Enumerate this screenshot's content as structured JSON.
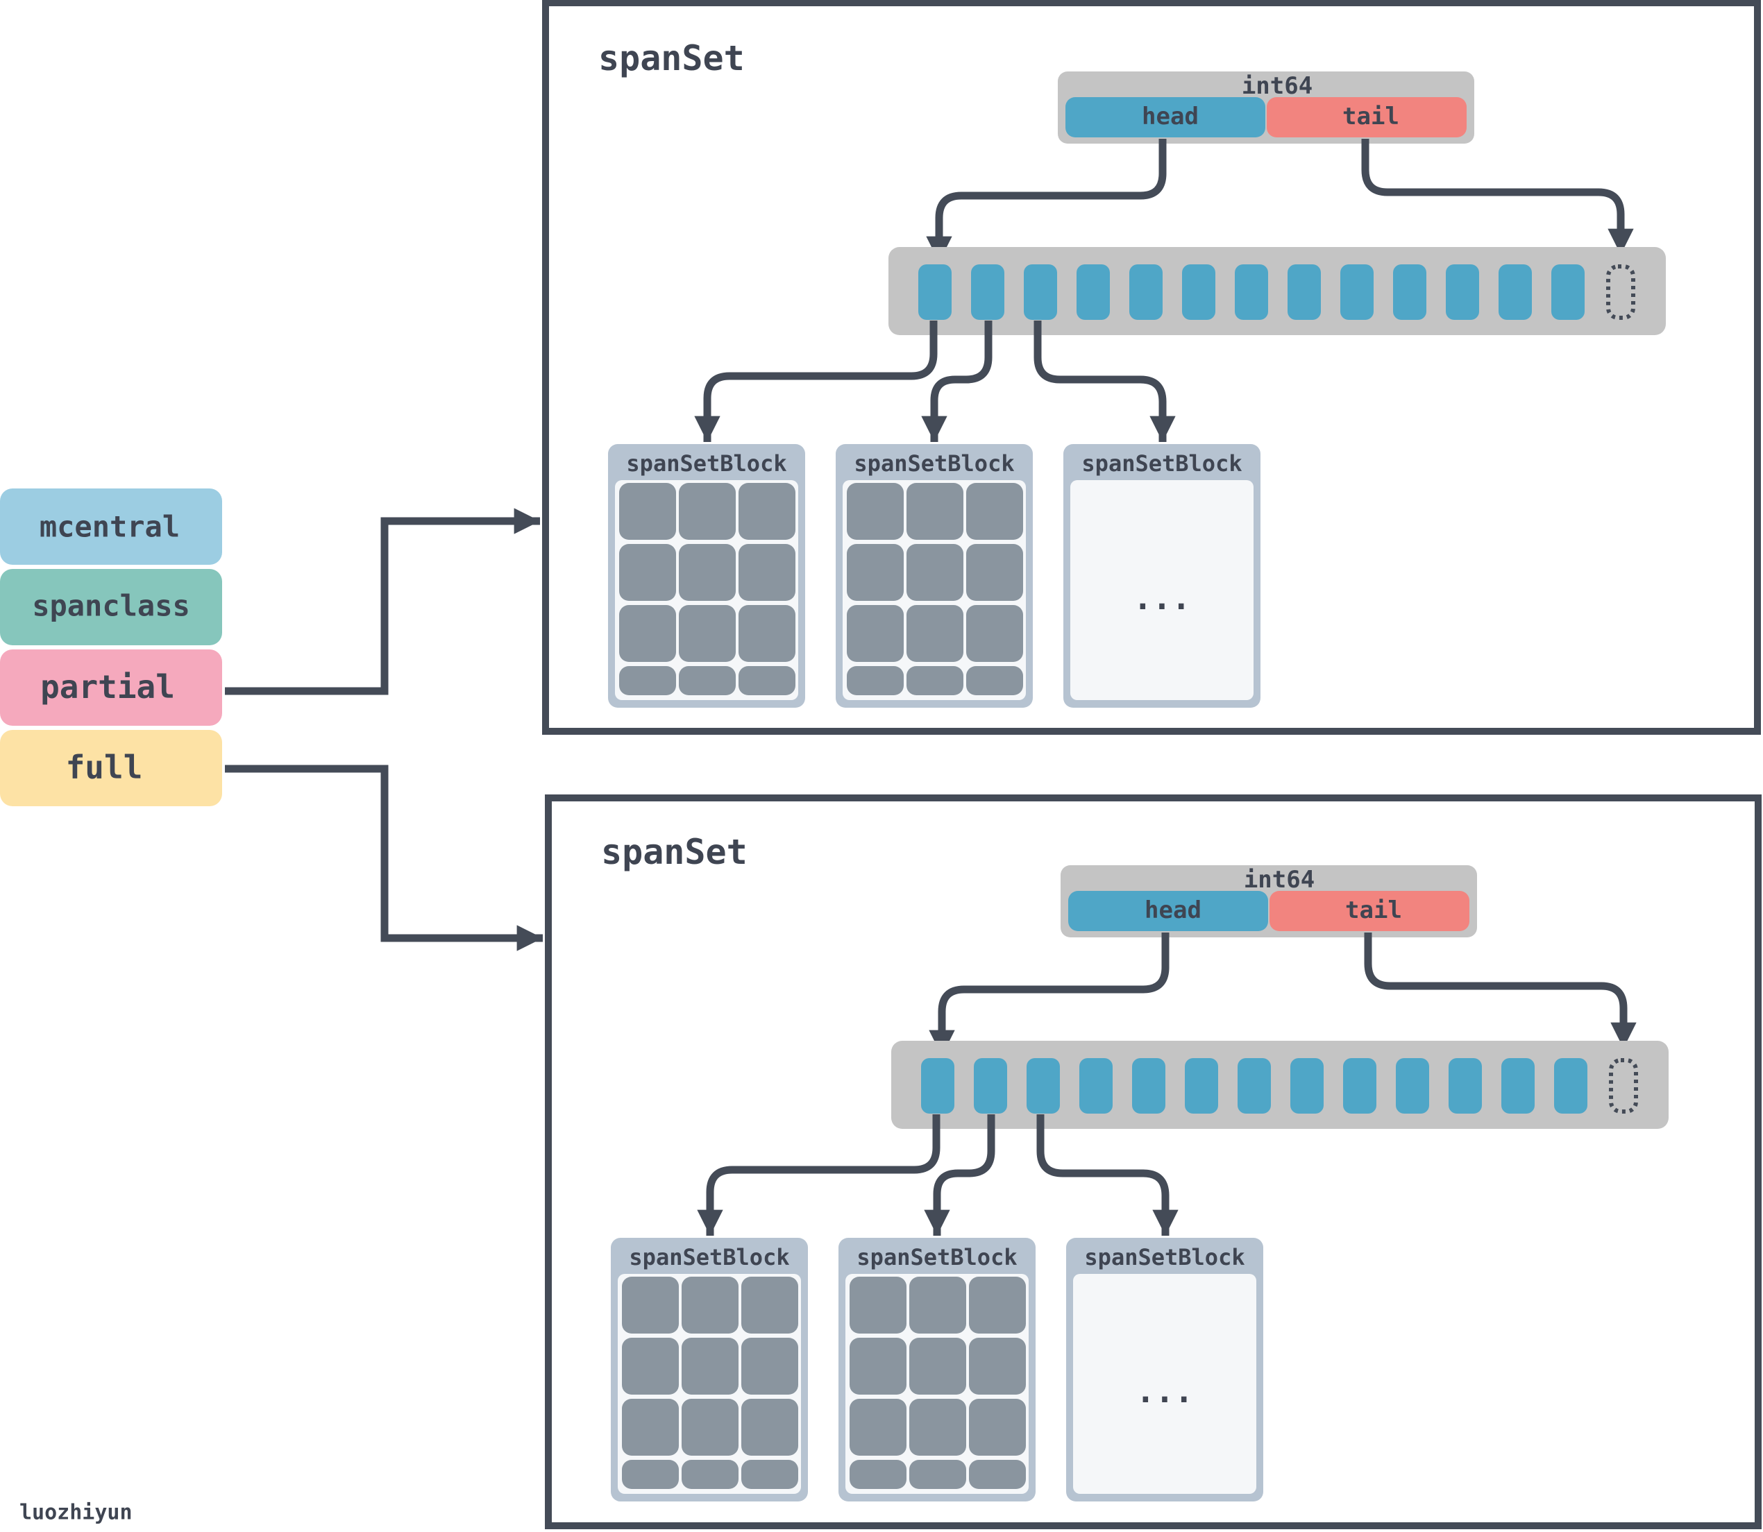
{
  "mcentral_struct": {
    "fields": [
      {
        "label": "mcentral",
        "color": "#9ccde2"
      },
      {
        "label": "spanclass",
        "color": "#86c6bc"
      },
      {
        "label": "partial",
        "color": "#f5a9bd"
      },
      {
        "label": "full",
        "color": "#fde2a5"
      }
    ]
  },
  "span_sets": [
    {
      "title": "spanSet",
      "index_type": "int64",
      "head_label": "head",
      "tail_label": "tail",
      "slots_filled": 13,
      "slots_empty": 1,
      "blocks": [
        {
          "label": "spanSetBlock",
          "filled": true,
          "text": ""
        },
        {
          "label": "spanSetBlock",
          "filled": true,
          "text": ""
        },
        {
          "label": "spanSetBlock",
          "filled": false,
          "text": "..."
        }
      ]
    },
    {
      "title": "spanSet",
      "index_type": "int64",
      "head_label": "head",
      "tail_label": "tail",
      "slots_filled": 13,
      "slots_empty": 1,
      "blocks": [
        {
          "label": "spanSetBlock",
          "filled": true,
          "text": ""
        },
        {
          "label": "spanSetBlock",
          "filled": true,
          "text": ""
        },
        {
          "label": "spanSetBlock",
          "filled": false,
          "text": "..."
        }
      ]
    }
  ],
  "author": "luozhiyun",
  "colors": {
    "line": "#444b57",
    "head": "#4fa6c7",
    "tail": "#f2847f",
    "slot": "#4fa6c7",
    "tray": "#c4c4c4",
    "block_frame": "#b6c3d1",
    "cell": "#8a959f",
    "block_inner": "#f5f7f9"
  }
}
